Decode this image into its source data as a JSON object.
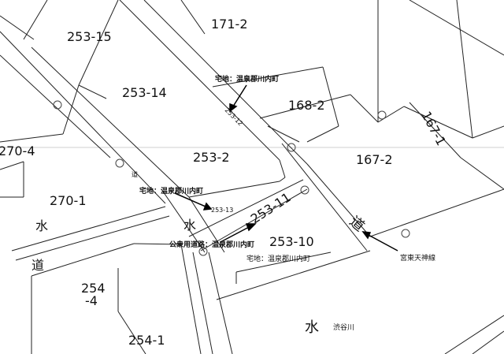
{
  "parcels": {
    "p253_15": "253-15",
    "p171_2": "171-2",
    "p253_14": "253-14",
    "p168_2": "168-2",
    "p167_1": "167-1",
    "p270_4": "270-4",
    "p253_2": "253-2",
    "p167_2": "167-2",
    "p270_1": "270-1",
    "p253_11": "253-11",
    "p253_10": "253-10",
    "p254_4_a": "254",
    "p254_4_b": "-4",
    "p254_1": "254-1",
    "p253_12": "253-12",
    "p253_13": "253-13"
  },
  "annotations": {
    "residential_1": "宅地：温泉郡川内町",
    "residential_2": "宅地：温泉郡川内町",
    "public_road": "公衆用道路：温泉郡川内町",
    "residential_3": "宅地：温泉郡川内町",
    "water_small": "道",
    "water_1": "水",
    "water_2": "水",
    "road_1": "道",
    "road_2": "道",
    "water_3": "水",
    "river": "渋谷川",
    "route": "宮東天神線"
  }
}
